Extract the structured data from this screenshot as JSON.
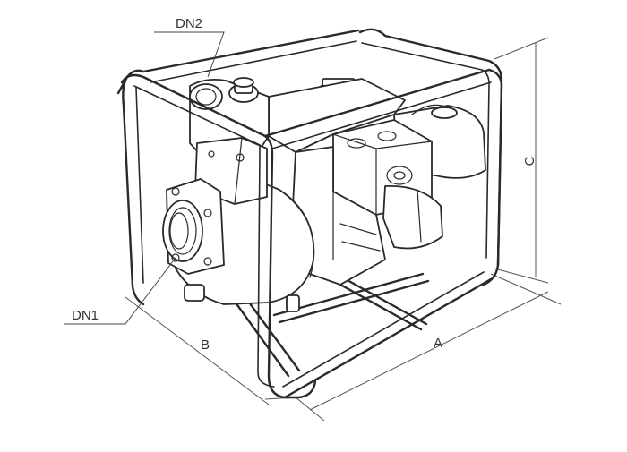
{
  "labels": {
    "dn2": "DN2",
    "dn1": "DN1",
    "dim_a": "A",
    "dim_b": "B",
    "dim_c": "C"
  },
  "colors": {
    "line": "#2a2a2a",
    "background": "#ffffff",
    "dimension": "#555555"
  },
  "icons": [
    "water-pump-illustration"
  ]
}
